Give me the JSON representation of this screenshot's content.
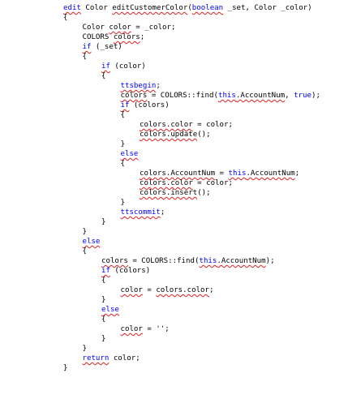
{
  "code_lines": [
    {
      "indent": 0,
      "segments": [
        {
          "t": "edit",
          "kw": true,
          "sq": true
        },
        {
          "t": " Color "
        },
        {
          "t": "editCustomerColor",
          "sq": true
        },
        {
          "t": "("
        },
        {
          "t": "boolean",
          "kw": true,
          "sq": true
        },
        {
          "t": " _set, Color _color)"
        }
      ]
    },
    {
      "indent": 0,
      "segments": [
        {
          "t": "{"
        }
      ]
    },
    {
      "indent": 1,
      "segments": [
        {
          "t": "Color "
        },
        {
          "t": "color",
          "sq": true
        },
        {
          "t": " = _color;"
        }
      ]
    },
    {
      "indent": 1,
      "segments": [
        {
          "t": "COLORS "
        },
        {
          "t": "colors",
          "sq": true
        },
        {
          "t": ";"
        }
      ]
    },
    {
      "indent": 1,
      "segments": [
        {
          "t": "if",
          "kw": true,
          "sq": true
        },
        {
          "t": " (_set)"
        }
      ]
    },
    {
      "indent": 1,
      "segments": [
        {
          "t": "{"
        }
      ]
    },
    {
      "indent": 2,
      "segments": [
        {
          "t": "if",
          "kw": true,
          "sq": true
        },
        {
          "t": " (color)"
        }
      ]
    },
    {
      "indent": 2,
      "segments": [
        {
          "t": "{"
        }
      ]
    },
    {
      "indent": 3,
      "segments": [
        {
          "t": "ttsbegin",
          "kw": true,
          "sq": true
        },
        {
          "t": ";"
        }
      ]
    },
    {
      "indent": 3,
      "segments": [
        {
          "t": "colors",
          "sq": true
        },
        {
          "t": " = COLORS::find("
        },
        {
          "t": "this",
          "kw": true,
          "sq": true
        },
        {
          "t": ".AccountNum",
          "sq": true
        },
        {
          "t": ", "
        },
        {
          "t": "true",
          "kw": true
        },
        {
          "t": ");"
        }
      ]
    },
    {
      "indent": 3,
      "segments": [
        {
          "t": "if",
          "kw": true,
          "sq": true
        },
        {
          "t": " (colors)"
        }
      ]
    },
    {
      "indent": 3,
      "segments": [
        {
          "t": "{"
        }
      ]
    },
    {
      "indent": 4,
      "segments": [
        {
          "t": "colors.color",
          "sq": true
        },
        {
          "t": " = color;"
        }
      ]
    },
    {
      "indent": 4,
      "segments": [
        {
          "t": "colors.update",
          "sq": true
        },
        {
          "t": "();"
        }
      ]
    },
    {
      "indent": 3,
      "segments": [
        {
          "t": "}"
        }
      ]
    },
    {
      "indent": 3,
      "segments": [
        {
          "t": "else",
          "kw": true,
          "sq": true
        }
      ]
    },
    {
      "indent": 3,
      "segments": [
        {
          "t": "{"
        }
      ]
    },
    {
      "indent": 4,
      "segments": [
        {
          "t": "colors.AccountNum",
          "sq": true
        },
        {
          "t": " = "
        },
        {
          "t": "this",
          "kw": true,
          "sq": true
        },
        {
          "t": ".AccountNum",
          "sq": true
        },
        {
          "t": ";"
        }
      ]
    },
    {
      "indent": 4,
      "segments": [
        {
          "t": "colors.color",
          "sq": true
        },
        {
          "t": " = color;"
        }
      ]
    },
    {
      "indent": 4,
      "segments": [
        {
          "t": "colors.insert",
          "sq": true
        },
        {
          "t": "();"
        }
      ]
    },
    {
      "indent": 3,
      "segments": [
        {
          "t": "}"
        }
      ]
    },
    {
      "indent": 3,
      "segments": [
        {
          "t": "ttscommit",
          "kw": true,
          "sq": true
        },
        {
          "t": ";"
        }
      ]
    },
    {
      "indent": 2,
      "segments": [
        {
          "t": "}"
        }
      ]
    },
    {
      "indent": 1,
      "segments": [
        {
          "t": "}"
        }
      ]
    },
    {
      "indent": 1,
      "segments": [
        {
          "t": "else",
          "kw": true,
          "sq": true
        }
      ]
    },
    {
      "indent": 1,
      "segments": [
        {
          "t": "{"
        }
      ]
    },
    {
      "indent": 2,
      "segments": [
        {
          "t": "colors",
          "sq": true
        },
        {
          "t": " = COLORS::find("
        },
        {
          "t": "this",
          "kw": true,
          "sq": true
        },
        {
          "t": ".AccountNum",
          "sq": true
        },
        {
          "t": ");"
        }
      ]
    },
    {
      "indent": 2,
      "segments": [
        {
          "t": "if",
          "kw": true,
          "sq": true
        },
        {
          "t": " (colors)"
        }
      ]
    },
    {
      "indent": 2,
      "segments": [
        {
          "t": "{"
        }
      ]
    },
    {
      "indent": 3,
      "segments": [
        {
          "t": "color",
          "sq": true
        },
        {
          "t": " = "
        },
        {
          "t": "colors.color",
          "sq": true
        },
        {
          "t": ";"
        }
      ]
    },
    {
      "indent": 2,
      "segments": [
        {
          "t": "}"
        }
      ]
    },
    {
      "indent": 2,
      "segments": [
        {
          "t": "else",
          "kw": true,
          "sq": true
        }
      ]
    },
    {
      "indent": 2,
      "segments": [
        {
          "t": "{"
        }
      ]
    },
    {
      "indent": 3,
      "segments": [
        {
          "t": "color",
          "sq": true
        },
        {
          "t": " = '';"
        }
      ]
    },
    {
      "indent": 2,
      "segments": [
        {
          "t": "}"
        }
      ]
    },
    {
      "indent": 1,
      "segments": [
        {
          "t": "}"
        }
      ]
    },
    {
      "indent": 1,
      "segments": [
        {
          "t": "return",
          "kw": true,
          "sq": true
        },
        {
          "t": " color;"
        }
      ]
    },
    {
      "indent": 0,
      "segments": [
        {
          "t": "}"
        }
      ]
    }
  ],
  "colors": {
    "keyword": "#0000ff",
    "text": "#000000",
    "squiggle": "#e02020",
    "background": "#ffffff"
  }
}
